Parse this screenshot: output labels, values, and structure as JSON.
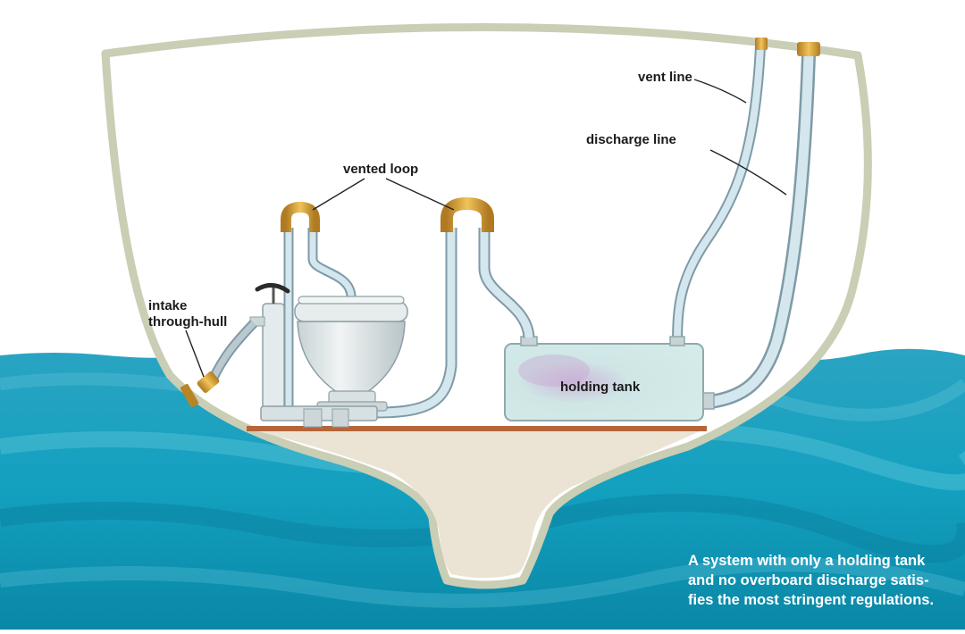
{
  "labels": {
    "vent_line": "vent line",
    "discharge_line": "discharge line",
    "vented_loop": "vented loop",
    "intake_line1": "intake",
    "intake_line2": "through-hull",
    "holding_tank": "holding tank"
  },
  "caption": {
    "line1": "A system with only a holding tank",
    "line2": "and no overboard discharge satis-",
    "line3": "fies the most stringent regulations."
  },
  "colors": {
    "water_dark": "#0f8fae",
    "water_light": "#5cc3d6",
    "hull_outline": "#c9ceb4",
    "keel_fill": "#ebe4d4",
    "floor": "#b5653a",
    "hose": "#d4e7ee",
    "brass": "#d9a441",
    "tank": "#d8ece8"
  }
}
